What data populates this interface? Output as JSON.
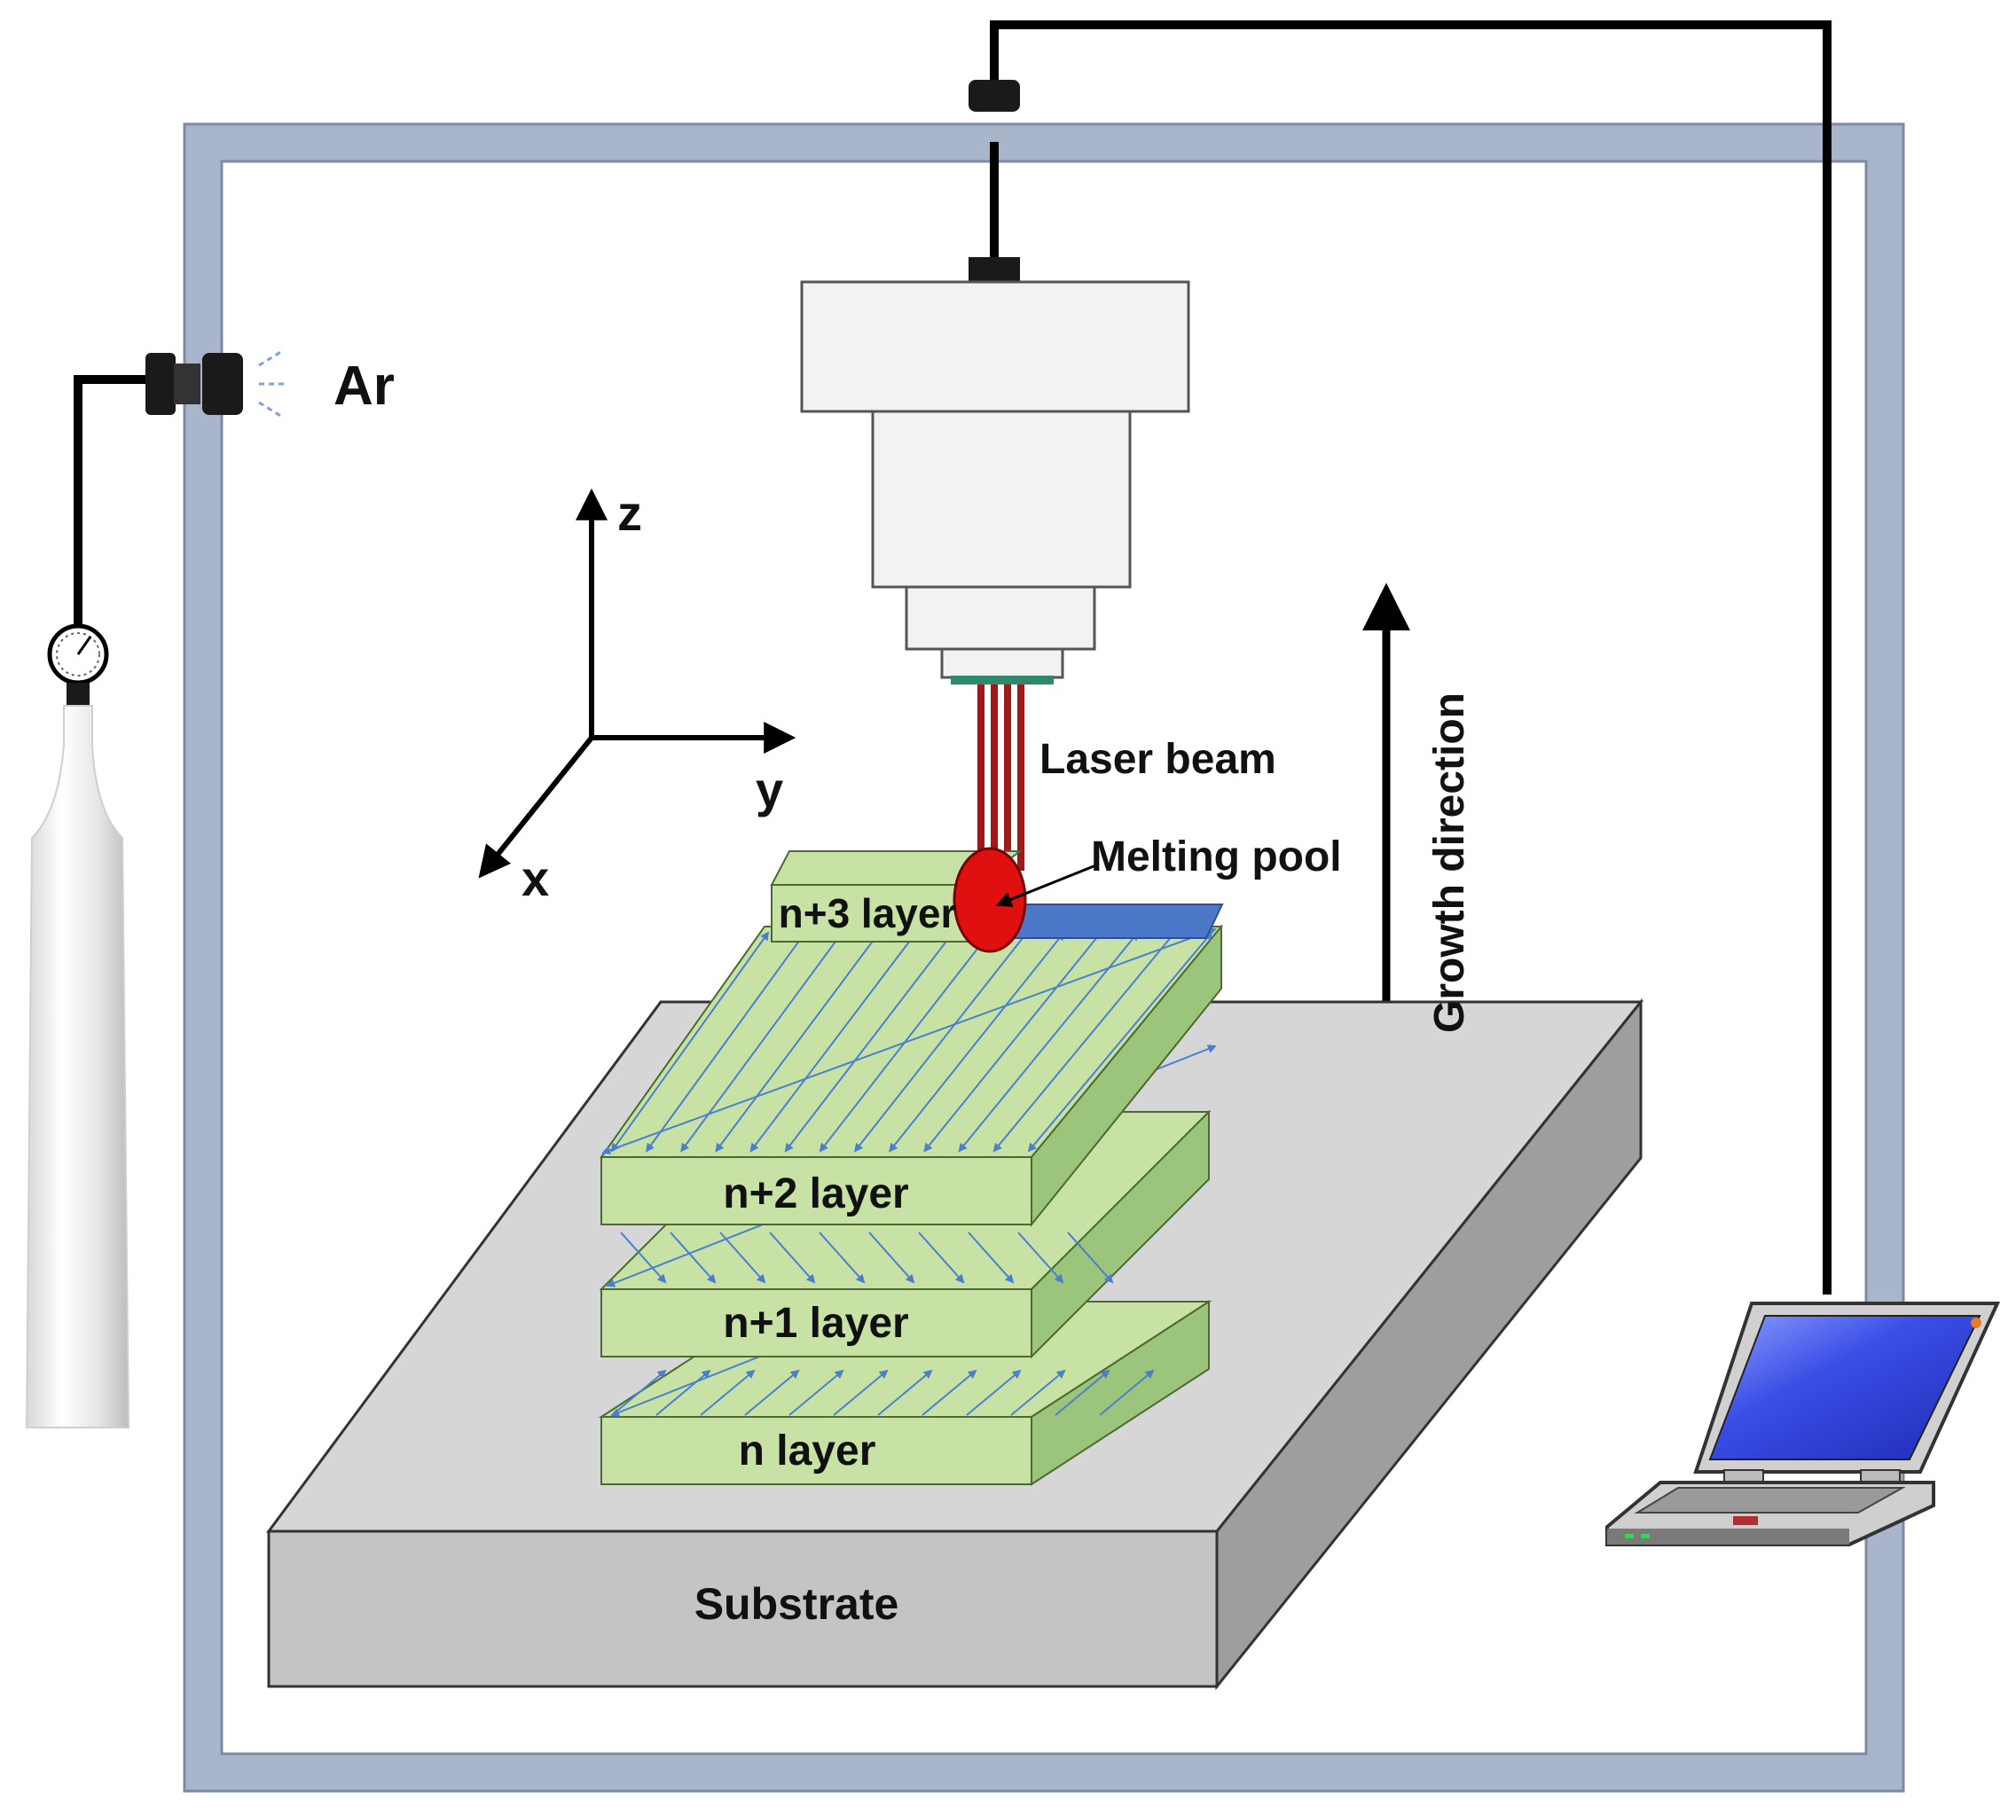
{
  "labels": {
    "gas": "Ar",
    "axis_z": "z",
    "axis_y": "y",
    "axis_x": "x",
    "laser_beam": "Laser beam",
    "melting_pool": "Melting pool",
    "growth_direction": "Growth direction",
    "layer_n3": "n+3 layer",
    "layer_n2": "n+2 layer",
    "layer_n1": "n+1 layer",
    "layer_n": "n layer",
    "substrate": "Substrate"
  },
  "colors": {
    "chamber_wall": "#a9b5ca",
    "chamber_edge": "#7d8aa3",
    "layer_fill": "#c7e2a4",
    "layer_side": "#9bc57a",
    "layer_edge": "#4a6a30",
    "scan_arrow": "#4a7fd0",
    "scanned_track": "#4b78c9",
    "laser_beam": "#a01818",
    "melting_pool": "#e01010",
    "substrate_top": "#d6d6d6",
    "substrate_front": "#c4c4c4",
    "substrate_side": "#9e9e9e",
    "laptop_screen": "#3a4ee6",
    "head_body": "#f2f2f2"
  },
  "icons": [
    "gas-cylinder-icon",
    "pressure-gauge-icon",
    "laptop-icon",
    "laser-head-icon"
  ]
}
